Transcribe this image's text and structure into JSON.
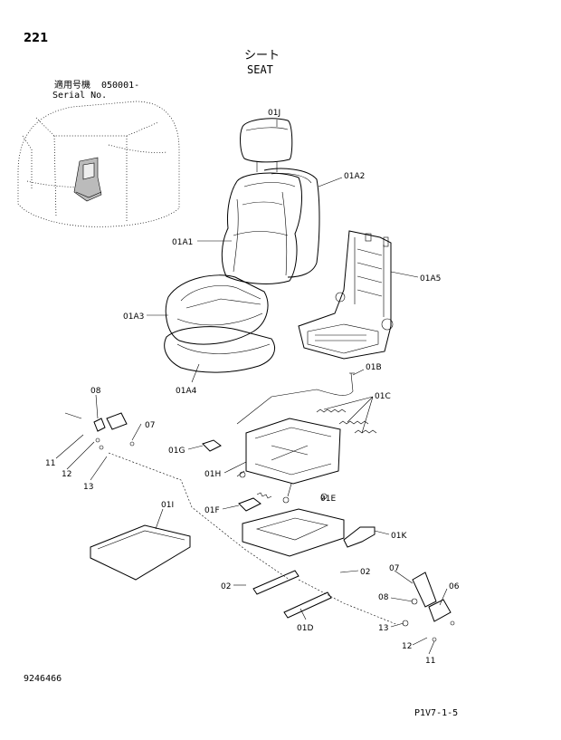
{
  "page_number": "221",
  "title_jp": "シート",
  "title_en": "SEAT",
  "serial_label_jp": "適用号機",
  "serial_range": "050001-",
  "serial_label_en": "Serial No.",
  "document_number": "9246466",
  "page_code": "P1V7-1-5",
  "callouts": [
    "01J",
    "01A2",
    "01A1",
    "01A5",
    "01A3",
    "01A4",
    "01B",
    "01C",
    "08",
    "07",
    "01G",
    "11",
    "12",
    "13",
    "01H",
    "01F",
    "01E",
    "01I",
    "01K",
    "02",
    "02",
    "07",
    "06",
    "08",
    "01D",
    "13",
    "12",
    "11"
  ]
}
